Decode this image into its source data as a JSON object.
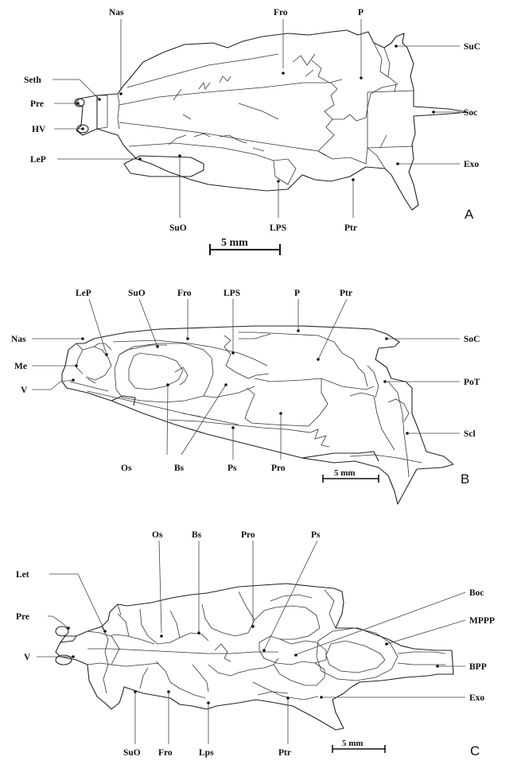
{
  "panel_a": {
    "panel_label": "A",
    "scale_bar": "5 mm",
    "labels": {
      "nas": "Nas",
      "fro": "Fro",
      "p": "P",
      "suc": "SuC",
      "seth": "Seth",
      "pre": "Pre",
      "hv": "HV",
      "lep": "LeP",
      "soc": "Soc",
      "exo": "Exo",
      "suo": "SuO",
      "lps": "LPS",
      "ptr": "Ptr"
    }
  },
  "panel_b": {
    "panel_label": "B",
    "scale_bar": "5 mm",
    "labels": {
      "lep": "LeP",
      "suo": "SuO",
      "fro": "Fro",
      "lps": "LPS",
      "p": "P",
      "ptr": "Ptr",
      "nas": "Nas",
      "me": "Me",
      "v": "V",
      "soc": "SoC",
      "pot": "PoT",
      "scl": "Scl",
      "os": "Os",
      "bs": "Bs",
      "ps": "Ps",
      "pro": "Pro"
    }
  },
  "panel_c": {
    "panel_label": "C",
    "scale_bar": "5 mm",
    "labels": {
      "os": "Os",
      "bs": "Bs",
      "pro": "Pro",
      "ps": "Ps",
      "let": "Let",
      "pre": "Pre",
      "v": "V",
      "boc": "Boc",
      "mppp": "MPPP",
      "bpp": "BPP",
      "exo": "Exo",
      "suo": "SuO",
      "fro": "Fro",
      "lps": "Lps",
      "ptr": "Ptr"
    }
  }
}
